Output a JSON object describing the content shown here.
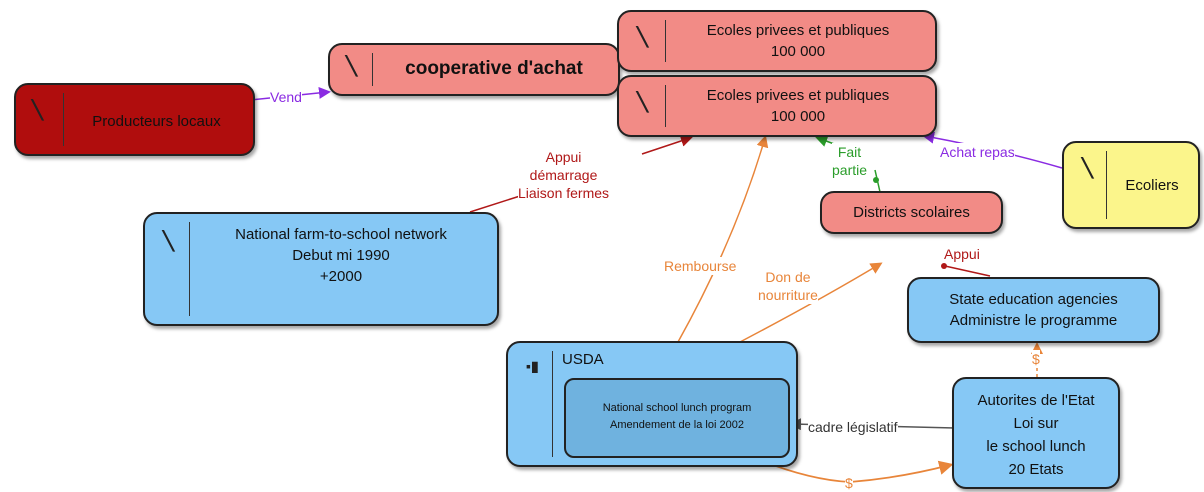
{
  "nodes": {
    "producteurs": {
      "label": "Producteurs locaux"
    },
    "cooperative": {
      "label": "cooperative d'achat"
    },
    "ecoles1": {
      "lines": [
        "Ecoles privees et publiques",
        "100 000"
      ]
    },
    "ecoles2": {
      "lines": [
        "Ecoles privees et publiques",
        "100 000"
      ]
    },
    "ecoliers": {
      "label": "Ecoliers"
    },
    "network": {
      "lines": [
        "National farm-to-school network",
        "Debut mi 1990",
        "+2000"
      ]
    },
    "districts": {
      "label": "Districts scolaires"
    },
    "state_agencies": {
      "lines": [
        "State education agencies",
        "Administre le programme"
      ]
    },
    "usda": {
      "label": "USDA"
    },
    "nslp": {
      "lines": [
        "National school lunch program",
        "Amendement de la loi 2002"
      ]
    },
    "autorites": {
      "lines": [
        "Autorites de l'Etat",
        "Loi  sur",
        "le school lunch",
        "20 Etats"
      ]
    }
  },
  "links": {
    "vend": "Vend",
    "appui_demarrage": [
      "Appui",
      "démarrage",
      "Liaison fermes"
    ],
    "fait_partie": [
      "Fait",
      "partie"
    ],
    "achat_repas": "Achat repas",
    "rembourse": "Rembourse",
    "don": [
      "Don de",
      "nourriture"
    ],
    "appui": "Appui",
    "dollar1": "$",
    "dollar2": "$",
    "cadre": "cadre législatif"
  },
  "colors": {
    "pink": "#f28b86",
    "darkred": "#b00d0d",
    "yellow": "#fbf58b",
    "blue": "#86c8f5",
    "purple": "#8a2be2",
    "orange": "#e8853a",
    "green": "#2a9d2a",
    "crimson": "#b01818",
    "gray": "#555555"
  }
}
